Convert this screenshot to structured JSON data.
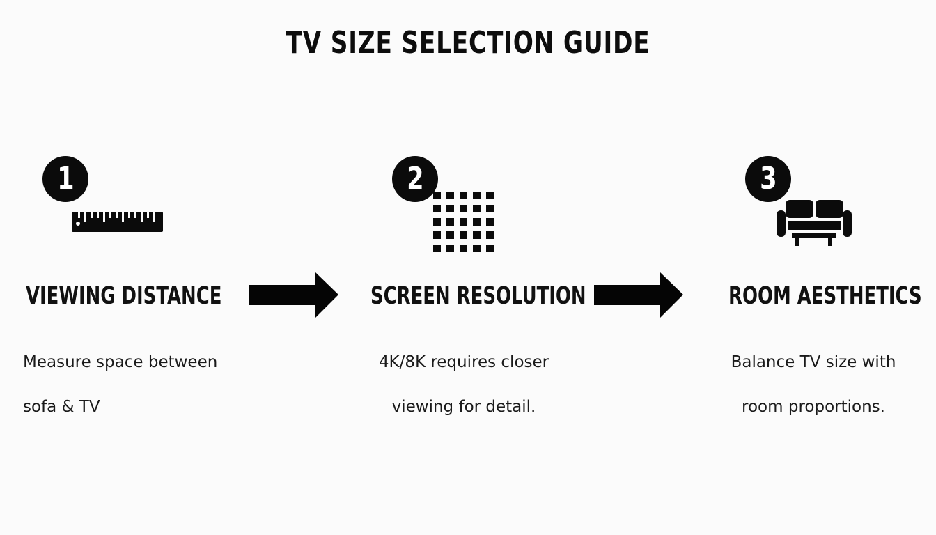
{
  "title": "TV SIZE SELECTION GUIDE",
  "steps": [
    {
      "number": "1",
      "icon": "ruler-icon",
      "heading": "VIEWING DISTANCE",
      "description_lines": [
        "Measure space between",
        "sofa & TV"
      ]
    },
    {
      "number": "2",
      "icon": "pixel-grid-icon",
      "heading": "SCREEN RESOLUTION",
      "description_lines": [
        "4K/8K requires closer",
        "viewing for detail."
      ]
    },
    {
      "number": "3",
      "icon": "sofa-icon",
      "heading": "ROOM AESTHETICS",
      "description_lines": [
        "Balance TV size with",
        "room proportions."
      ]
    }
  ],
  "connectors": [
    "arrow-right-icon",
    "arrow-right-icon"
  ],
  "colors": {
    "background": "#fbfbfb",
    "foreground": "#0b0b0b",
    "badge_text": "#ffffff"
  }
}
